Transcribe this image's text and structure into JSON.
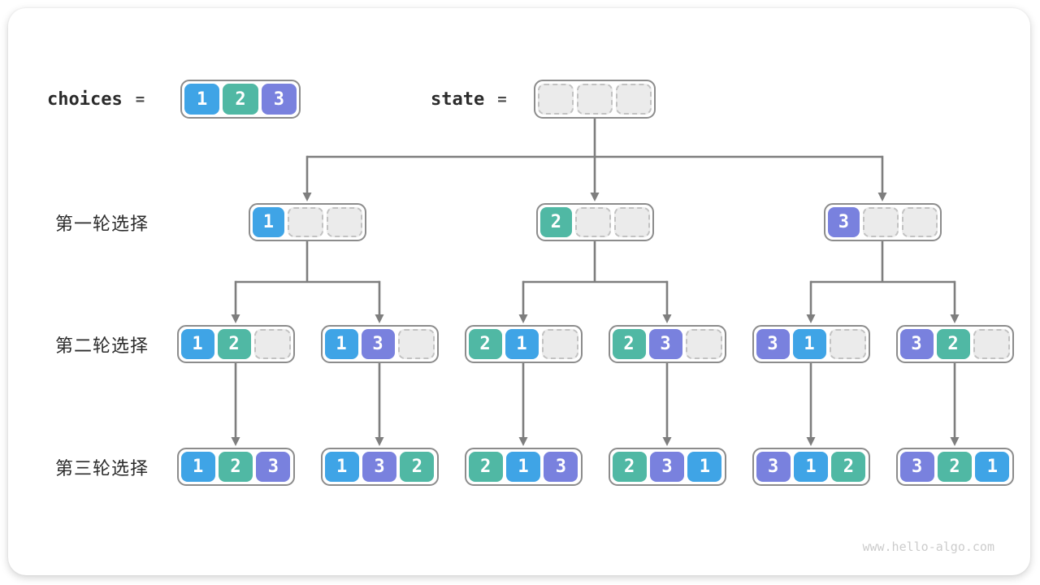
{
  "header": {
    "choices_label": "choices",
    "equals_sign": "=",
    "state_label": "state",
    "choices": [
      "1",
      "2",
      "3"
    ],
    "state": [
      null,
      null,
      null
    ]
  },
  "rows": [
    {
      "label": "第一轮选择",
      "nodes": [
        [
          "1",
          null,
          null
        ],
        [
          "2",
          null,
          null
        ],
        [
          "3",
          null,
          null
        ]
      ]
    },
    {
      "label": "第二轮选择",
      "nodes": [
        [
          "1",
          "2",
          null
        ],
        [
          "1",
          "3",
          null
        ],
        [
          "2",
          "1",
          null
        ],
        [
          "2",
          "3",
          null
        ],
        [
          "3",
          "1",
          null
        ],
        [
          "3",
          "2",
          null
        ]
      ]
    },
    {
      "label": "第三轮选择",
      "nodes": [
        [
          "1",
          "2",
          "3"
        ],
        [
          "1",
          "3",
          "2"
        ],
        [
          "2",
          "1",
          "3"
        ],
        [
          "2",
          "3",
          "1"
        ],
        [
          "3",
          "1",
          "2"
        ],
        [
          "3",
          "2",
          "1"
        ]
      ]
    }
  ],
  "colors": {
    "value_1": "#3fa4e6",
    "value_2": "#50b8a4",
    "value_3": "#7981de",
    "arrow": "#7e7e7e",
    "container_border": "#8c8c8c",
    "empty_fill": "#ebebeb",
    "empty_border": "#c2c2c2"
  },
  "watermark": "www.hello-algo.com"
}
